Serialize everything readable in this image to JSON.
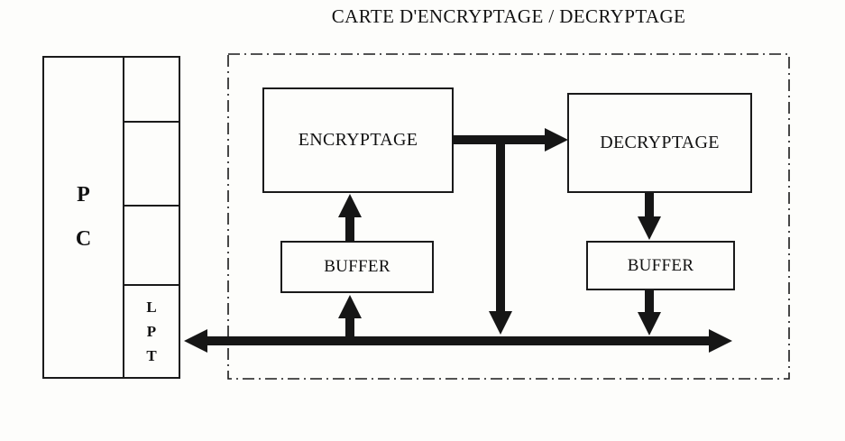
{
  "title": "CARTE D'ENCRYPTAGE / DECRYPTAGE",
  "pc": {
    "label_top": "P",
    "label_bottom": "C",
    "port": {
      "l1": "L",
      "l2": "P",
      "l3": "T"
    }
  },
  "card": {
    "encryptage_label": "ENCRYPTAGE",
    "decryptage_label": "DECRYPTAGE",
    "buffer_left_label": "BUFFER",
    "buffer_right_label": "BUFFER"
  },
  "connections": [
    {
      "from": "ENCRYPTAGE",
      "to": "DECRYPTAGE",
      "direction": "right"
    },
    {
      "from": "ENCRYPTAGE-DECRYPTAGE link",
      "to": "bus",
      "direction": "down"
    },
    {
      "from": "BUFFER (left)",
      "to": "ENCRYPTAGE",
      "direction": "up"
    },
    {
      "from": "bus",
      "to": "BUFFER (left)",
      "direction": "up"
    },
    {
      "from": "DECRYPTAGE",
      "to": "BUFFER (right)",
      "direction": "down"
    },
    {
      "from": "BUFFER (right)",
      "to": "bus",
      "direction": "down"
    },
    {
      "from": "LPT (PC parallel port)",
      "to": "card",
      "direction": "bidirectional"
    }
  ],
  "colors": {
    "ink": "#1a1a1a",
    "paper": "#fdfdfb"
  }
}
